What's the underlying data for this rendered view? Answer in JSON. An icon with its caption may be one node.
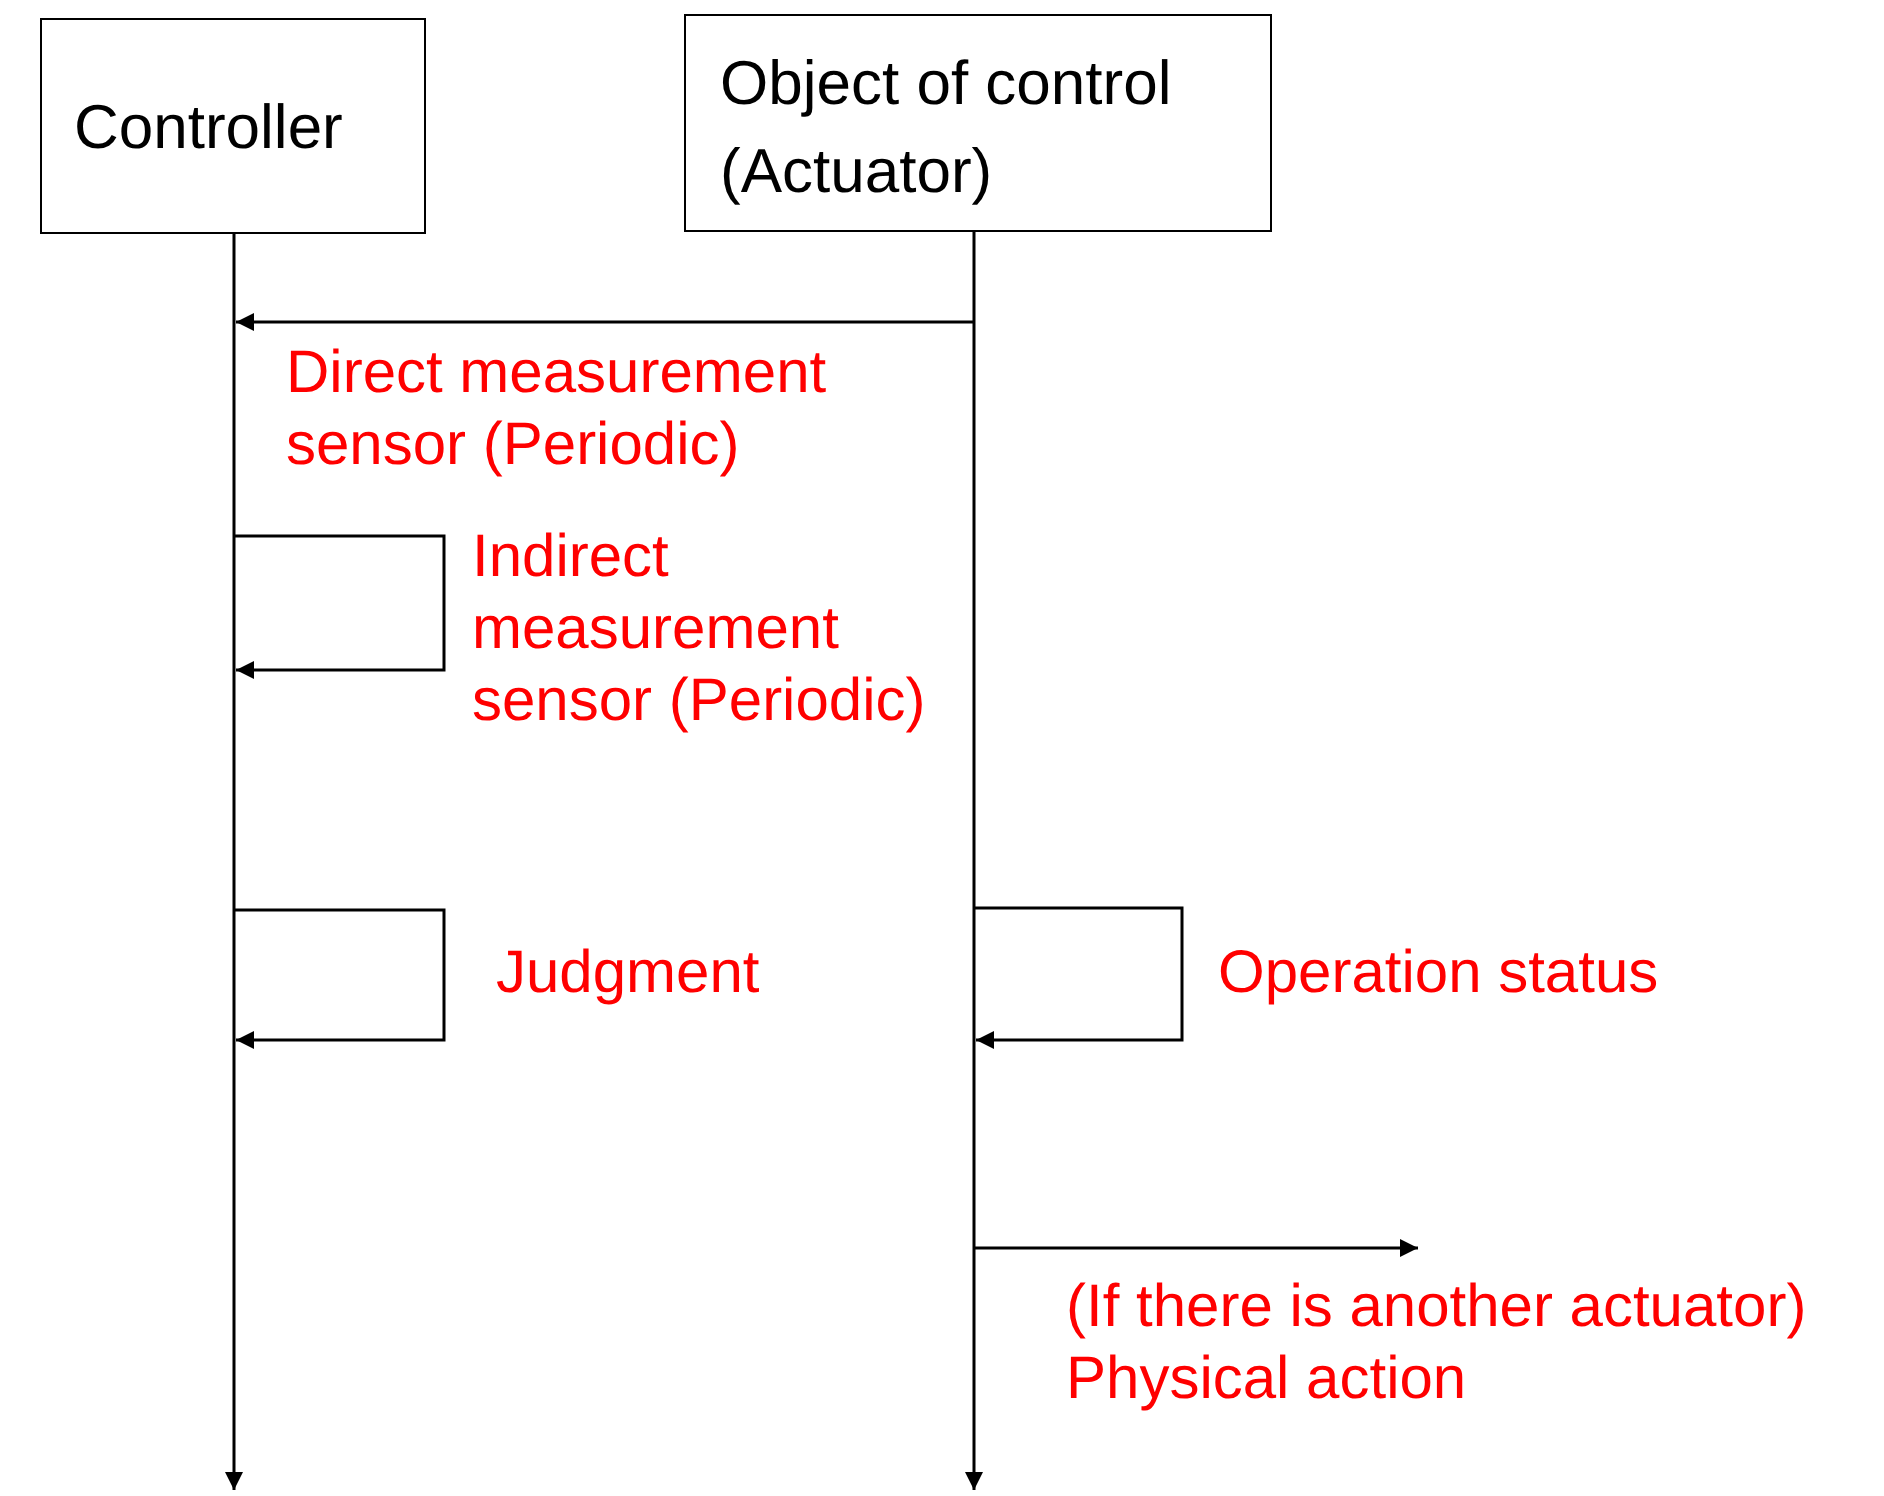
{
  "diagram": {
    "nodes": [
      {
        "text": [
          "Controller"
        ]
      },
      {
        "text": [
          "Object of control (Actuator)"
        ]
      }
    ],
    "edges": [
      {
        "from": 1,
        "to": 0,
        "arrow": "to",
        "label": "Direct measurement sensor (Periodic)"
      },
      {
        "from": 0,
        "to": 0,
        "arrow": "to",
        "label": "Indirect measurement sensor (Periodic)"
      },
      {
        "from": 0,
        "to": 0,
        "arrow": "to",
        "label": "Judgment"
      },
      {
        "from": 1,
        "to": 1,
        "arrow": "to",
        "label": "Operation status"
      },
      {
        "from": 1,
        "to": null,
        "arrow": "to",
        "label": "(If there is another actuator)   Physical action"
      }
    ]
  }
}
